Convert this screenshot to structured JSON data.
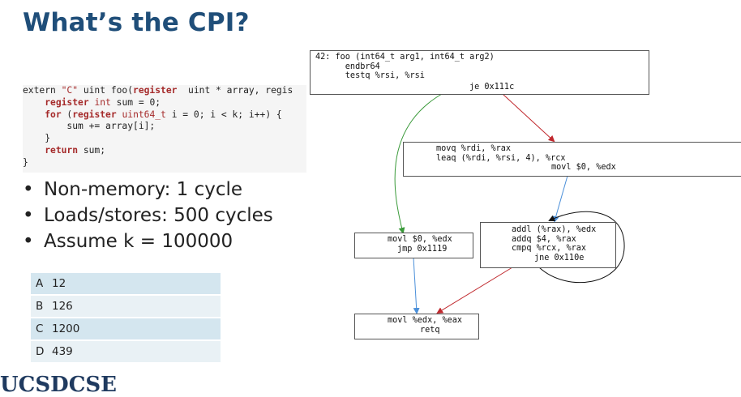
{
  "title": "What’s the CPI?",
  "code": {
    "line1": [
      "extern ",
      "\"C\"",
      " uint foo(",
      "register",
      "  uint * array, regis"
    ],
    "line2": [
      "    ",
      "register",
      " ",
      "int",
      " sum = 0;"
    ],
    "line3": [
      "    ",
      "for",
      " (",
      "register",
      " ",
      "uint64_t",
      " i = 0; i < k; i++) {"
    ],
    "line4": "        sum += array[i];",
    "line5": "    }",
    "line6": [
      "    ",
      "return",
      " sum;"
    ],
    "line7": "}"
  },
  "bullets": [
    "Non-memory: 1 cycle",
    "Loads/stores:  500 cycles",
    "Assume k = 100000"
  ],
  "bullet_symbol": "•",
  "answers": [
    {
      "letter": "A",
      "value": "12"
    },
    {
      "letter": "B",
      "value": "126"
    },
    {
      "letter": "C",
      "value": "1200"
    },
    {
      "letter": "D",
      "value": "439"
    }
  ],
  "logo_text": "UCSDCSE",
  "cfg": {
    "block1": {
      "l1": "42: foo (int64_t arg1, int64_t arg2)",
      "l2": "      endbr64",
      "l3": "      testq %rsi, %rsi",
      "l4": "je 0x111c"
    },
    "block2": {
      "l1": "movq %rdi, %rax",
      "l2": "leaq (%rdi, %rsi, 4), %rcx",
      "l3": "movl $0, %edx"
    },
    "block3": {
      "l1": "addl (%rax), %edx",
      "l2": "addq $4, %rax",
      "l3": "cmpq %rcx, %rax",
      "l4": "jne 0x110e"
    },
    "block4": {
      "l1": "movl $0, %edx",
      "l2": "jmp 0x1119"
    },
    "block5": {
      "l1": "movl %edx, %eax",
      "l2": "retq"
    },
    "colors": {
      "taken": "#3a9a3a",
      "not_taken": "#c0282d",
      "unconditional": "#4a8fd9"
    }
  }
}
